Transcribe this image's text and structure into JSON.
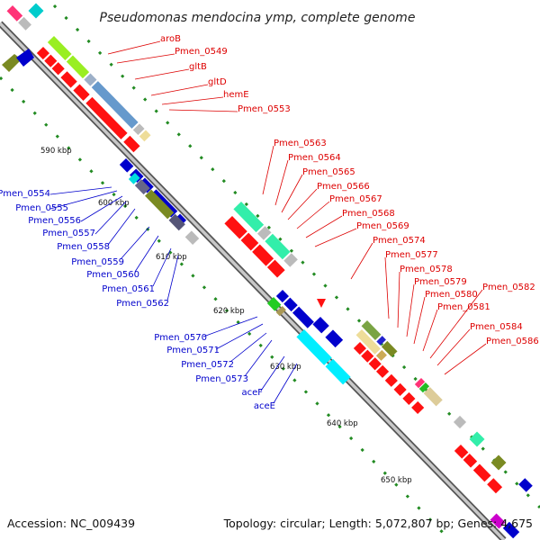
{
  "header": {
    "title": "Pseudomonas mendocina ymp, complete genome"
  },
  "footer": {
    "accession": "Accession: NC_009439",
    "topology": "Topology: circular; Length: 5,072,807 bp; Genes: 4,675"
  },
  "ruler": [
    {
      "label": "590 kbp"
    },
    {
      "label": "600 kbp"
    },
    {
      "label": "610 kbp"
    },
    {
      "label": "620 kbp"
    },
    {
      "label": "630 kbp"
    },
    {
      "label": "640 kbp"
    },
    {
      "label": "650 kbp"
    }
  ],
  "labels_forward": [
    "aroB",
    "Pmen_0549",
    "gltB",
    "gltD",
    "hemE",
    "Pmen_0553",
    "Pmen_0563",
    "Pmen_0564",
    "Pmen_0565",
    "Pmen_0566",
    "Pmen_0567",
    "Pmen_0568",
    "Pmen_0569",
    "Pmen_0574",
    "Pmen_0577",
    "Pmen_0578",
    "Pmen_0579",
    "Pmen_0580",
    "Pmen_0581",
    "Pmen_0582",
    "Pmen_0584",
    "Pmen_0586"
  ],
  "labels_reverse": [
    "Pmen_0554",
    "Pmen_0555",
    "Pmen_0556",
    "Pmen_0557",
    "Pmen_0558",
    "Pmen_0559",
    "Pmen_0560",
    "Pmen_0561",
    "Pmen_0562",
    "Pmen_0570",
    "Pmen_0571",
    "Pmen_0572",
    "Pmen_0573",
    "aceF",
    "aceE"
  ],
  "colors": {
    "forward_label": "#dd0000",
    "reverse_label": "#0000cc",
    "backbone": "#9a9a9a",
    "tick": "#228b22"
  }
}
